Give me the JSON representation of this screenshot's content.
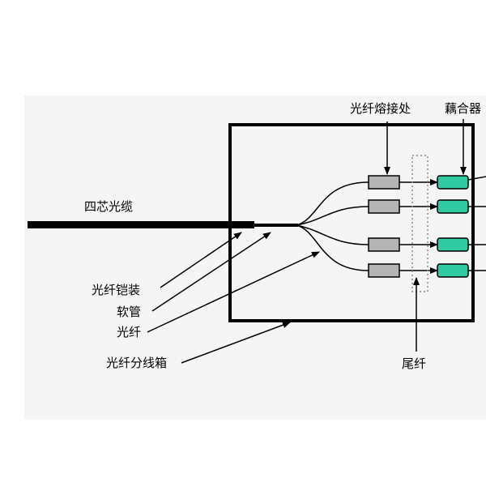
{
  "labels": {
    "cable": "四芯光缆",
    "splice": "光纤熔接处",
    "coupler": "藕合器",
    "armor": "光纤铠装",
    "tube": "软管",
    "fiber": "光纤",
    "box": "光纤分线箱",
    "pigtail": "尾纤"
  },
  "colors": {
    "background": "#ffffff",
    "panel": "#f5f5f5",
    "line": "#000000",
    "splice_fill": "#b4b4b4",
    "coupler_fill": "#2fcaa2",
    "dotted": "#888888"
  },
  "fiber_count": 4
}
